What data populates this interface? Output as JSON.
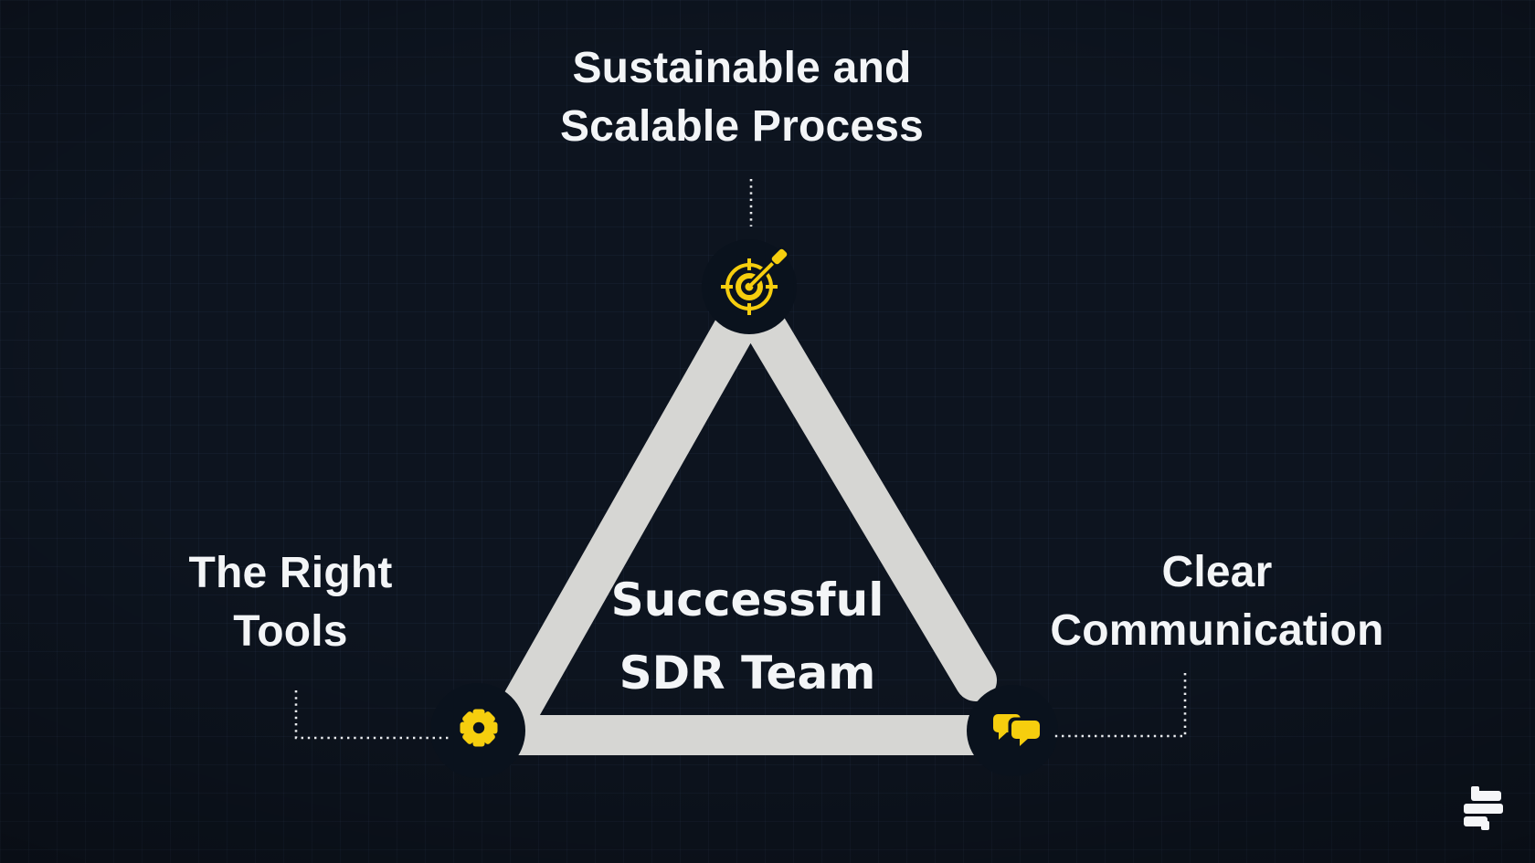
{
  "theme": {
    "canvas_dark": "#0d141f",
    "vertex_dark": "#0a121d",
    "bar_gray": "#d6d6d3",
    "accent_yellow": "#f6ce0e",
    "text_white": "#f3f5f7",
    "dot_white": "#e9ebee",
    "logo_white": "#f5f6f8"
  },
  "diagram": {
    "center": {
      "lines": [
        "Successful",
        "SDR Team"
      ]
    },
    "nodes": [
      {
        "id": "process",
        "icon": "target-dart-icon",
        "lines": [
          "Sustainable and",
          "Scalable Process"
        ]
      },
      {
        "id": "tools",
        "icon": "gear-icon",
        "lines": [
          "The Right",
          "Tools"
        ]
      },
      {
        "id": "communication",
        "icon": "chat-bubbles-icon",
        "lines": [
          "Clear",
          "Communication"
        ]
      }
    ]
  },
  "branding": {
    "logo_icon": "s-mark-logo"
  }
}
